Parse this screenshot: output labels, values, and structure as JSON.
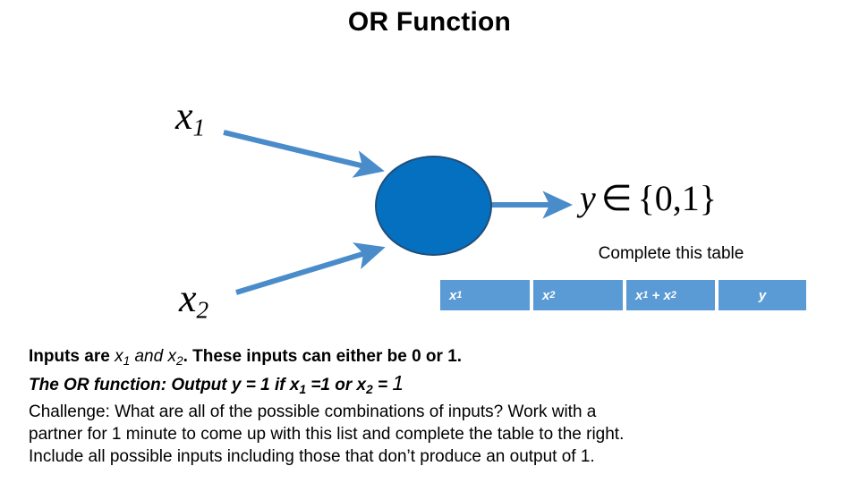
{
  "slide": {
    "title": "OR Function",
    "background_color": "#FFFFFF"
  },
  "diagram": {
    "neuron": {
      "shape": "circle",
      "fill_color": "#0570C0",
      "border_color": "#1F4E79"
    },
    "input_labels": [
      {
        "id": "x1",
        "base": "x",
        "sub": "1"
      },
      {
        "id": "x2",
        "base": "x",
        "sub": "2"
      }
    ],
    "arrow_color": "#4A8CCA",
    "arrows": [
      {
        "name": "input-1-arrow",
        "from": "x1",
        "to": "neuron"
      },
      {
        "name": "input-2-arrow",
        "from": "x2",
        "to": "neuron"
      },
      {
        "name": "output-arrow",
        "from": "neuron",
        "to": "output-equation"
      }
    ],
    "output_equation": {
      "var": "y",
      "operator": "∈",
      "set": "{0,1}"
    }
  },
  "table": {
    "caption": "Complete this table",
    "header_fill": "#5B9BD5",
    "header_text_color": "#FFFFFF",
    "columns": [
      {
        "name": "col-x1",
        "base": "x",
        "sub": "1",
        "label": "x₁"
      },
      {
        "name": "col-x2",
        "base": "x",
        "sub": "2",
        "label": "x₂"
      },
      {
        "name": "col-sum",
        "base": "x",
        "sub": "1",
        "label": "x₁ + x₂"
      },
      {
        "name": "col-y",
        "base": "y",
        "sub": "",
        "label": "y"
      }
    ],
    "rows": []
  },
  "body": {
    "line1": {
      "pre": "Inputs are ",
      "var1_base": "x",
      "var1_sub": "1",
      "mid": " and ",
      "var2_base": "x",
      "var2_sub": "2",
      "post": ". These inputs can either be 0 or 1."
    },
    "line2": {
      "pre": "The OR function:  Output y = 1 if ",
      "var1_base": "x",
      "var1_sub": "1",
      "mid": " =1 or ",
      "var2_base": "x",
      "var2_sub": "2",
      "post": " = ",
      "tail": "1"
    },
    "line3": "Challenge: What are all of the possible combinations of inputs?  Work with a",
    "line4": "partner for 1 minute to come up with this list and complete the table to the right.",
    "line5": "Include all possible inputs including those that don’t produce an output of 1."
  }
}
